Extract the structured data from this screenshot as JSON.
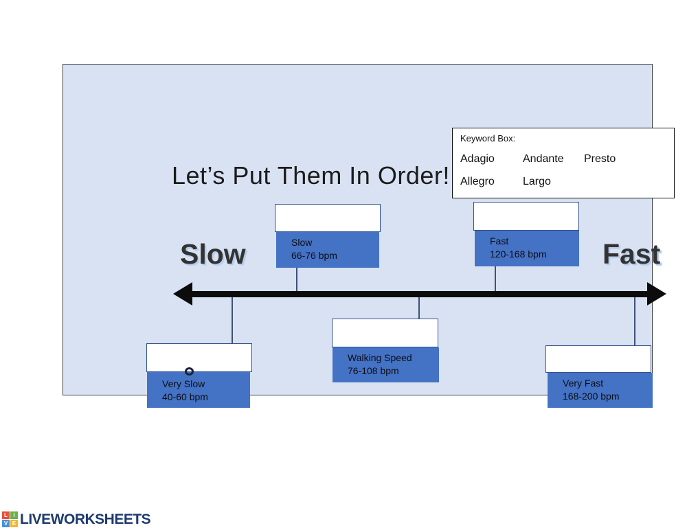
{
  "title": "Let’s Put Them In Order!",
  "keyword_box": {
    "label": "Keyword Box:",
    "row1": [
      "Adagio",
      "Andante",
      "Presto"
    ],
    "row2": [
      "Allegro",
      "Largo"
    ]
  },
  "axis": {
    "left_label": "Slow",
    "right_label": "Fast",
    "line_color": "#0c0c0c"
  },
  "tempo_boxes": [
    {
      "name": "Slow",
      "bpm": "66-76 bpm",
      "answer": ""
    },
    {
      "name": "Fast",
      "bpm": "120-168 bpm",
      "answer": ""
    },
    {
      "name": "Very Slow",
      "bpm": "40-60 bpm",
      "answer": ""
    },
    {
      "name": "Walking Speed",
      "bpm": "76-108 bpm",
      "answer": ""
    },
    {
      "name": "Very Fast",
      "bpm": "168-200 bpm",
      "answer": ""
    }
  ],
  "colors": {
    "panel_background": "#d9e2f3",
    "tempo_card_blue": "#4472c4",
    "answer_box_border": "#35508c",
    "label_shadow_blue": "#b5cbe9",
    "brand_navy": "#1d3a70"
  },
  "footer": {
    "brand": "LIVEWORKSHEETS",
    "logo_letters": [
      "L",
      "I",
      "V",
      "E"
    ],
    "logo_colors": [
      "#e94f3d",
      "#6ab04c",
      "#4a90d9",
      "#f2b632"
    ]
  }
}
